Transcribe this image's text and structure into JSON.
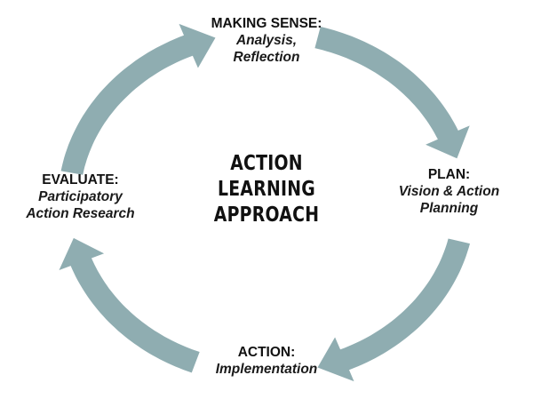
{
  "diagram": {
    "center_lines": [
      "ACTION",
      "LEARNING",
      "APPROACH"
    ],
    "nodes": [
      {
        "title": "MAKING SENSE:",
        "subtitle_lines": [
          "Analysis,",
          "Reflection"
        ]
      },
      {
        "title": "PLAN:",
        "subtitle_lines": [
          "Vision & Action",
          "Planning"
        ]
      },
      {
        "title": "ACTION:",
        "subtitle_lines": [
          "Implementation"
        ]
      },
      {
        "title": "EVALUATE:",
        "subtitle_lines": [
          "Participatory",
          "Action Research"
        ]
      }
    ],
    "colors": {
      "arrow": "#8FADB1",
      "text": "#111111",
      "background": "#FFFFFF"
    }
  }
}
